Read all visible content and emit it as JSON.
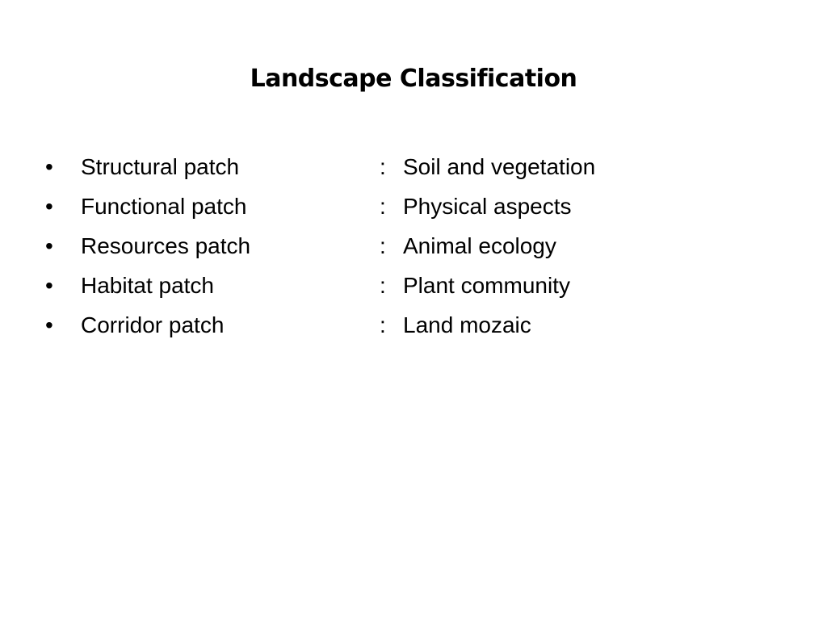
{
  "slide": {
    "title": "Landscape Classification",
    "separator": ":",
    "bullet": "•",
    "items": [
      {
        "term": "Structural patch",
        "description": "Soil and vegetation"
      },
      {
        "term": "Functional patch",
        "description": "Physical aspects"
      },
      {
        "term": "Resources patch",
        "description": "Animal ecology"
      },
      {
        "term": "Habitat patch",
        "description": "Plant community"
      },
      {
        "term": "Corridor patch",
        "description": "Land mozaic"
      }
    ]
  }
}
